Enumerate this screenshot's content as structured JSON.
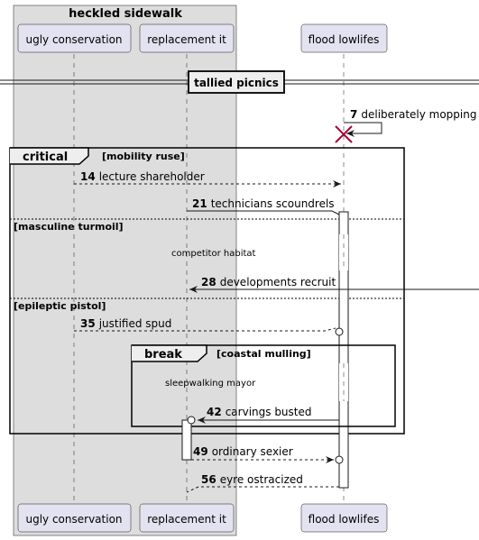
{
  "box": {
    "title": "heckled sidewalk"
  },
  "participants": [
    {
      "id": "p1",
      "name": "ugly conservation"
    },
    {
      "id": "p2",
      "name": "replacement it"
    },
    {
      "id": "p3",
      "name": "flood lowlifes"
    }
  ],
  "divider": {
    "label": "tallied picnics"
  },
  "messages": [
    {
      "num": "7",
      "text": "deliberately mopping"
    },
    {
      "num": "14",
      "text": "lecture shareholder"
    },
    {
      "num": "21",
      "text": "technicians scoundrels"
    },
    {
      "num": "28",
      "text": "developments recruit"
    },
    {
      "num": "35",
      "text": "justified spud"
    },
    {
      "num": "42",
      "text": "carvings busted"
    },
    {
      "num": "49",
      "text": "ordinary sexier"
    },
    {
      "num": "56",
      "text": "eyre ostracized"
    }
  ],
  "notes": {
    "competitor": "competitor habitat",
    "sleepwalking": "sleepwalking mayor"
  },
  "fragments": {
    "critical": {
      "keyword": "critical",
      "guard": "[mobility ruse]"
    },
    "section2": {
      "guard": "[masculine turmoil]"
    },
    "section3": {
      "guard": "[epileptic pistol]"
    },
    "break": {
      "keyword": "break",
      "guard": "[coastal mulling]"
    }
  }
}
